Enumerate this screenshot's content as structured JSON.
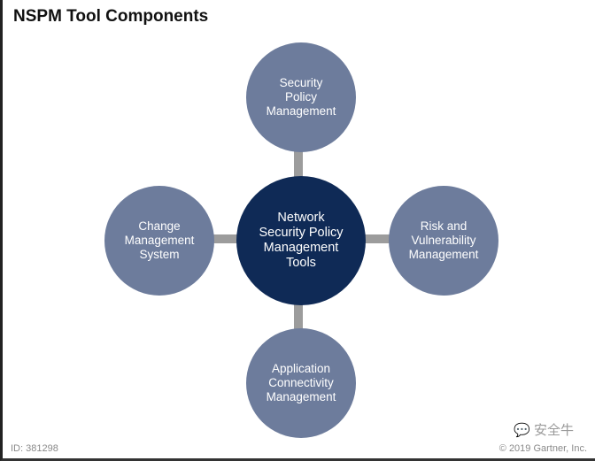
{
  "title": "NSPM Tool Components",
  "hub": {
    "label": "Network\nSecurity Policy\nManagement\nTools"
  },
  "nodes": {
    "top": "Security\nPolicy\nManagement",
    "left": "Change\nManagement\nSystem",
    "right": "Risk and\nVulnerability\nManagement",
    "bottom": "Application\nConnectivity\nManagement"
  },
  "footer": {
    "id": "ID: 381298",
    "copyright": "© 2019 Gartner, Inc.",
    "watermark": "安全牛"
  },
  "colors": {
    "hub": "#0f2a56",
    "node": "#6d7c9c",
    "connector": "#9c9c9c"
  }
}
